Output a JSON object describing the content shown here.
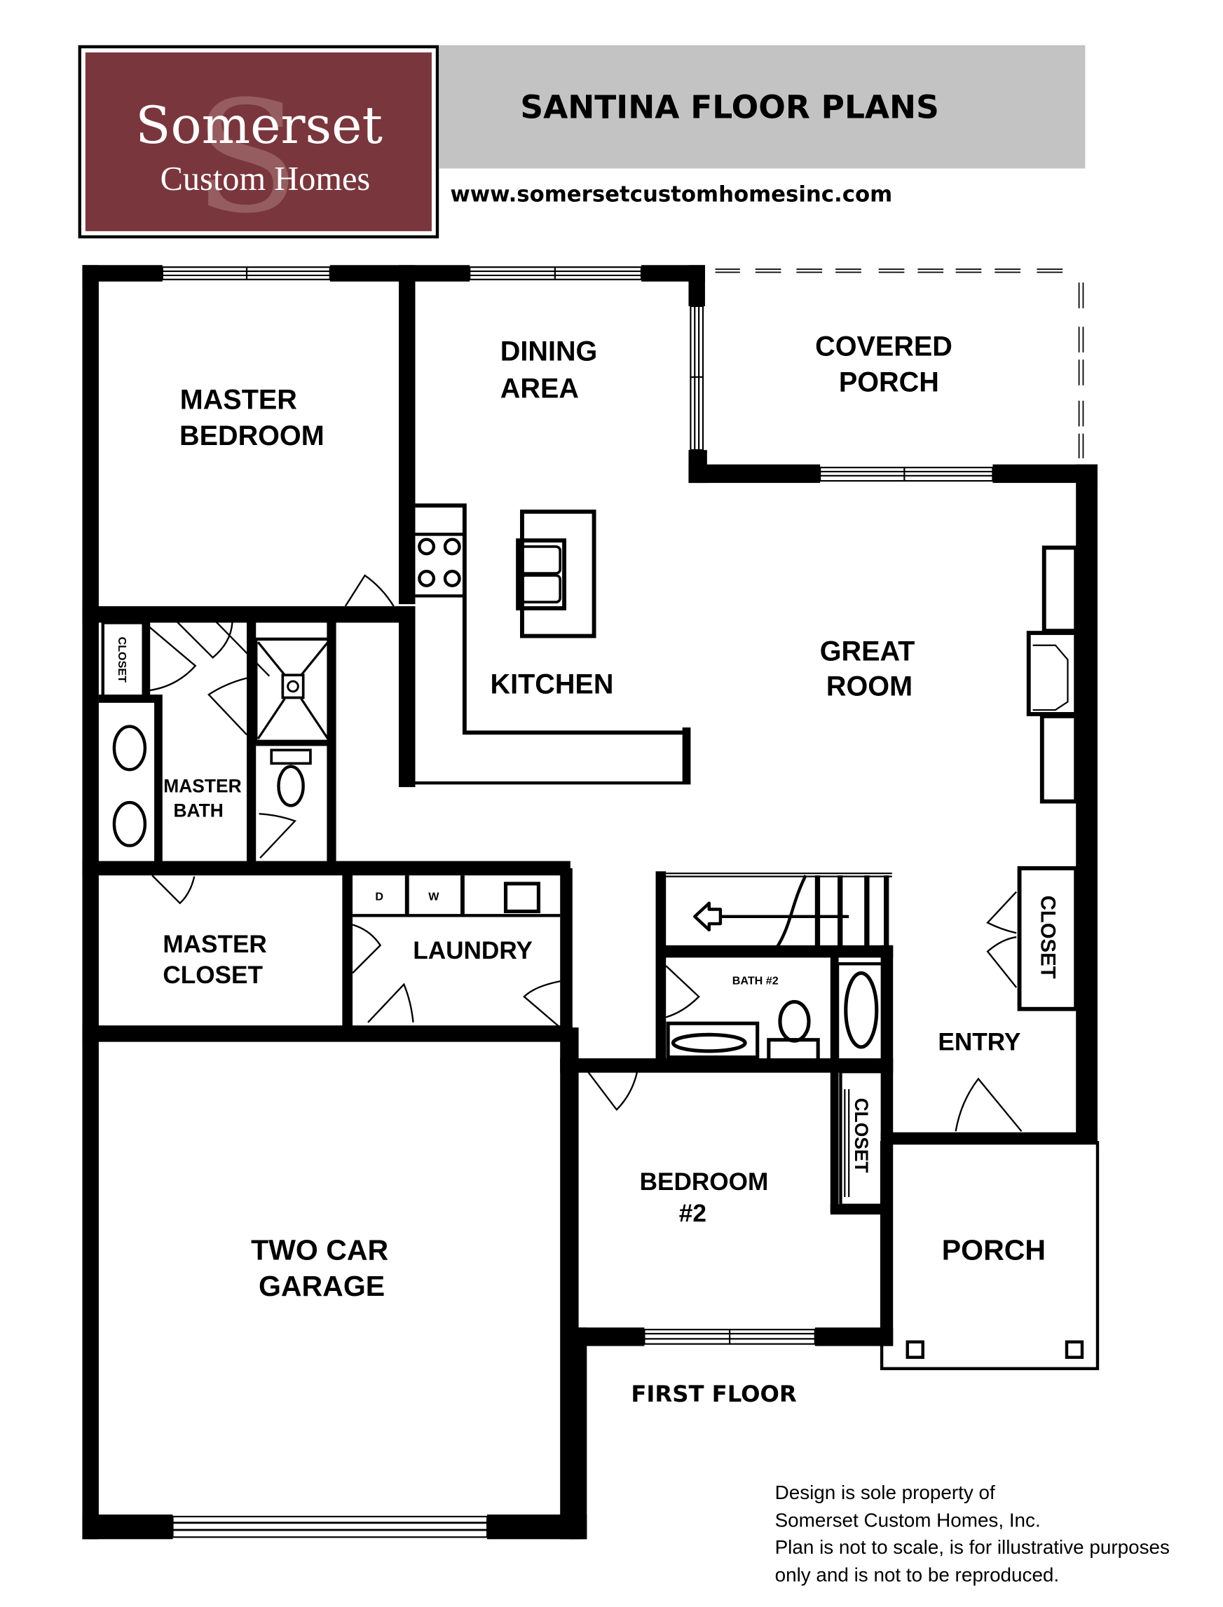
{
  "header": {
    "logo": {
      "line1": "Somerset",
      "line2": "Custom Homes",
      "monogram": "SCH",
      "background_color": "#7a363d",
      "text_color": "#ffffff"
    },
    "title": "SANTINA FLOOR PLANS",
    "title_bar_color": "#c3c3c3",
    "website": "www.somersetcustomhomesinc.com"
  },
  "floor_label": "FIRST FLOOR",
  "rooms": {
    "master_bedroom": {
      "line1": "MASTER",
      "line2": "BEDROOM"
    },
    "dining_area": {
      "line1": "DINING",
      "line2": "AREA"
    },
    "covered_porch": {
      "line1": "COVERED",
      "line2": "PORCH"
    },
    "kitchen": {
      "line1": "KITCHEN"
    },
    "great_room": {
      "line1": "GREAT",
      "line2": "ROOM"
    },
    "master_bath": {
      "line1": "MASTER",
      "line2": "BATH"
    },
    "master_bath_closet": {
      "line1": "CLOSET"
    },
    "master_closet": {
      "line1": "MASTER",
      "line2": "CLOSET"
    },
    "laundry": {
      "line1": "LAUNDRY",
      "dryer": "D",
      "washer": "W"
    },
    "bath_2": {
      "line1": "BATH #2"
    },
    "entry_closet": {
      "line1": "CLOSET"
    },
    "entry": {
      "line1": "ENTRY"
    },
    "bedroom_2": {
      "line1": "BEDROOM",
      "line2": "#2"
    },
    "bedroom_2_closet": {
      "line1": "CLOSET"
    },
    "porch": {
      "line1": "PORCH"
    },
    "garage": {
      "line1": "TWO CAR",
      "line2": "GARAGE"
    }
  },
  "disclaimer": {
    "line1": "Design is sole property of",
    "line2": "Somerset Custom Homes, Inc.",
    "line3": "Plan is not to scale, is for illustrative purposes",
    "line4": "only and is not to be reproduced."
  }
}
